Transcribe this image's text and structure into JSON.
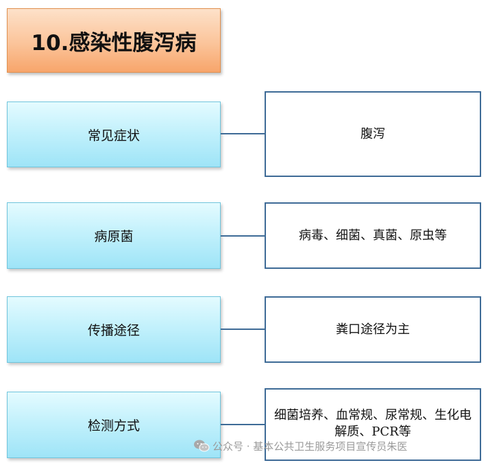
{
  "title": "10.感染性腹泻病",
  "rows": [
    {
      "label": "常见症状",
      "value": "腹泻"
    },
    {
      "label": "病原菌",
      "value": "病毒、细菌、真菌、原虫等"
    },
    {
      "label": "传播途径",
      "value": "粪口途径为主"
    },
    {
      "label": "检测方式",
      "value": "细菌培养、血常规、尿常规、生化电解质、PCR等"
    }
  ],
  "watermark": {
    "icon": "wechat-icon",
    "text": "公众号 · 基本公共卫生服务项目宣传员朱医"
  },
  "colors": {
    "title_fill": "#fbc49a",
    "label_fill": "#c3f1fc",
    "value_border": "#3d6a96",
    "connector": "#3d6a96"
  }
}
